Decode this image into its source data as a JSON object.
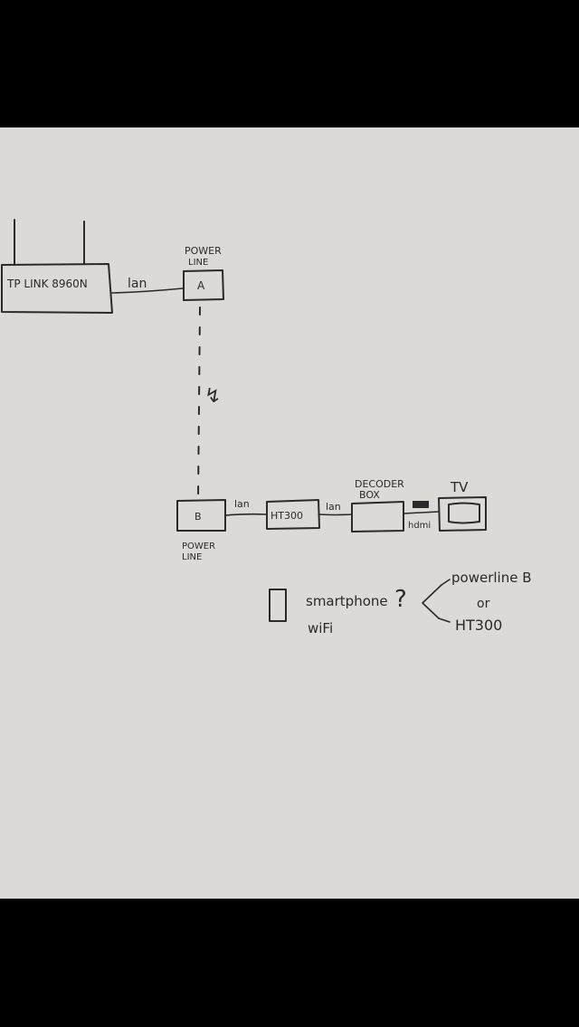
{
  "diagram": {
    "router": {
      "label": "TP LINK 8960N"
    },
    "powerline_a": {
      "caption": [
        "POWER",
        "LINE"
      ],
      "label": "A"
    },
    "powerline_b": {
      "caption": [
        "POWER",
        "LINE"
      ],
      "label": "B"
    },
    "device_ht300": {
      "label": "HT300"
    },
    "decoder_box": {
      "caption": [
        "DECODER",
        "BOX"
      ]
    },
    "tv": {
      "caption": "TV"
    },
    "links": {
      "router_to_a": "lan",
      "b_to_ht300": "lan",
      "ht300_to_decoder": "lan",
      "decoder_to_tv": "hdmi"
    },
    "wireless_symbol": "↯",
    "smartphone_note": {
      "lines": [
        "smartphone",
        "wiFi"
      ],
      "question": "?"
    },
    "options": {
      "first": "powerline B",
      "separator": "or",
      "second": "HT300"
    }
  }
}
